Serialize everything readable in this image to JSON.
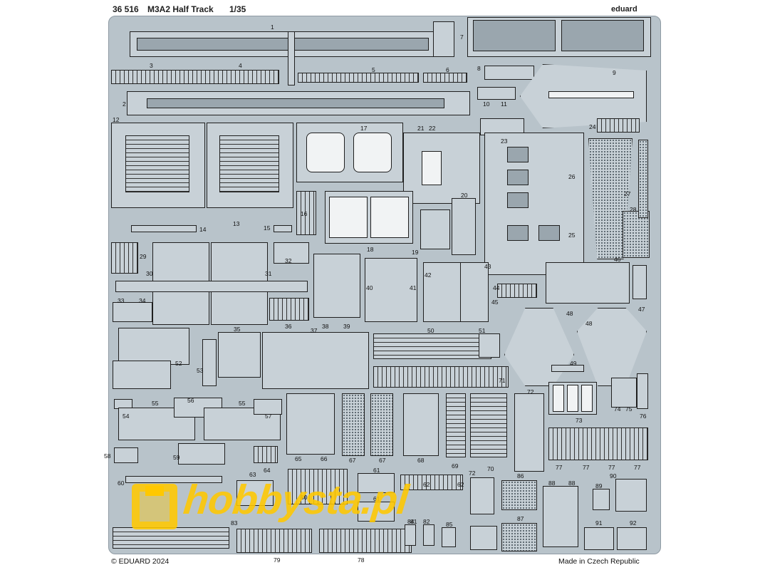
{
  "header": {
    "catalog_no": "36 516",
    "title": "M3A2 Half Track",
    "scale": "1/35",
    "brand": "eduard"
  },
  "footer": {
    "copyright": "© EDUARD 2024",
    "origin": "Made in Czech Republic"
  },
  "watermark": {
    "text": "hobbysta.pl",
    "color": "#ffc800"
  },
  "colors": {
    "fret": "#b8c3ca",
    "part": "#c8d1d7",
    "outline": "#1f1f1f"
  },
  "part_numbers": [
    "1",
    "2",
    "3",
    "4",
    "5",
    "6",
    "7",
    "8",
    "9",
    "10",
    "11",
    "12",
    "13",
    "14",
    "15",
    "16",
    "17",
    "18",
    "19",
    "20",
    "21",
    "22",
    "23",
    "24",
    "25",
    "26",
    "27",
    "28",
    "29",
    "30",
    "31",
    "32",
    "33",
    "34",
    "35",
    "36",
    "37",
    "38",
    "39",
    "40",
    "41",
    "42",
    "43",
    "44",
    "45",
    "46",
    "47",
    "48",
    "49",
    "50",
    "51",
    "52",
    "53",
    "54",
    "55",
    "56",
    "57",
    "58",
    "59",
    "60",
    "61",
    "62",
    "63",
    "64",
    "65",
    "66",
    "67",
    "68",
    "69",
    "70",
    "71",
    "72",
    "73",
    "74",
    "75",
    "76",
    "77",
    "78",
    "79",
    "80",
    "81",
    "82",
    "83",
    "84",
    "85",
    "86",
    "87",
    "88",
    "89",
    "90",
    "91",
    "92"
  ]
}
